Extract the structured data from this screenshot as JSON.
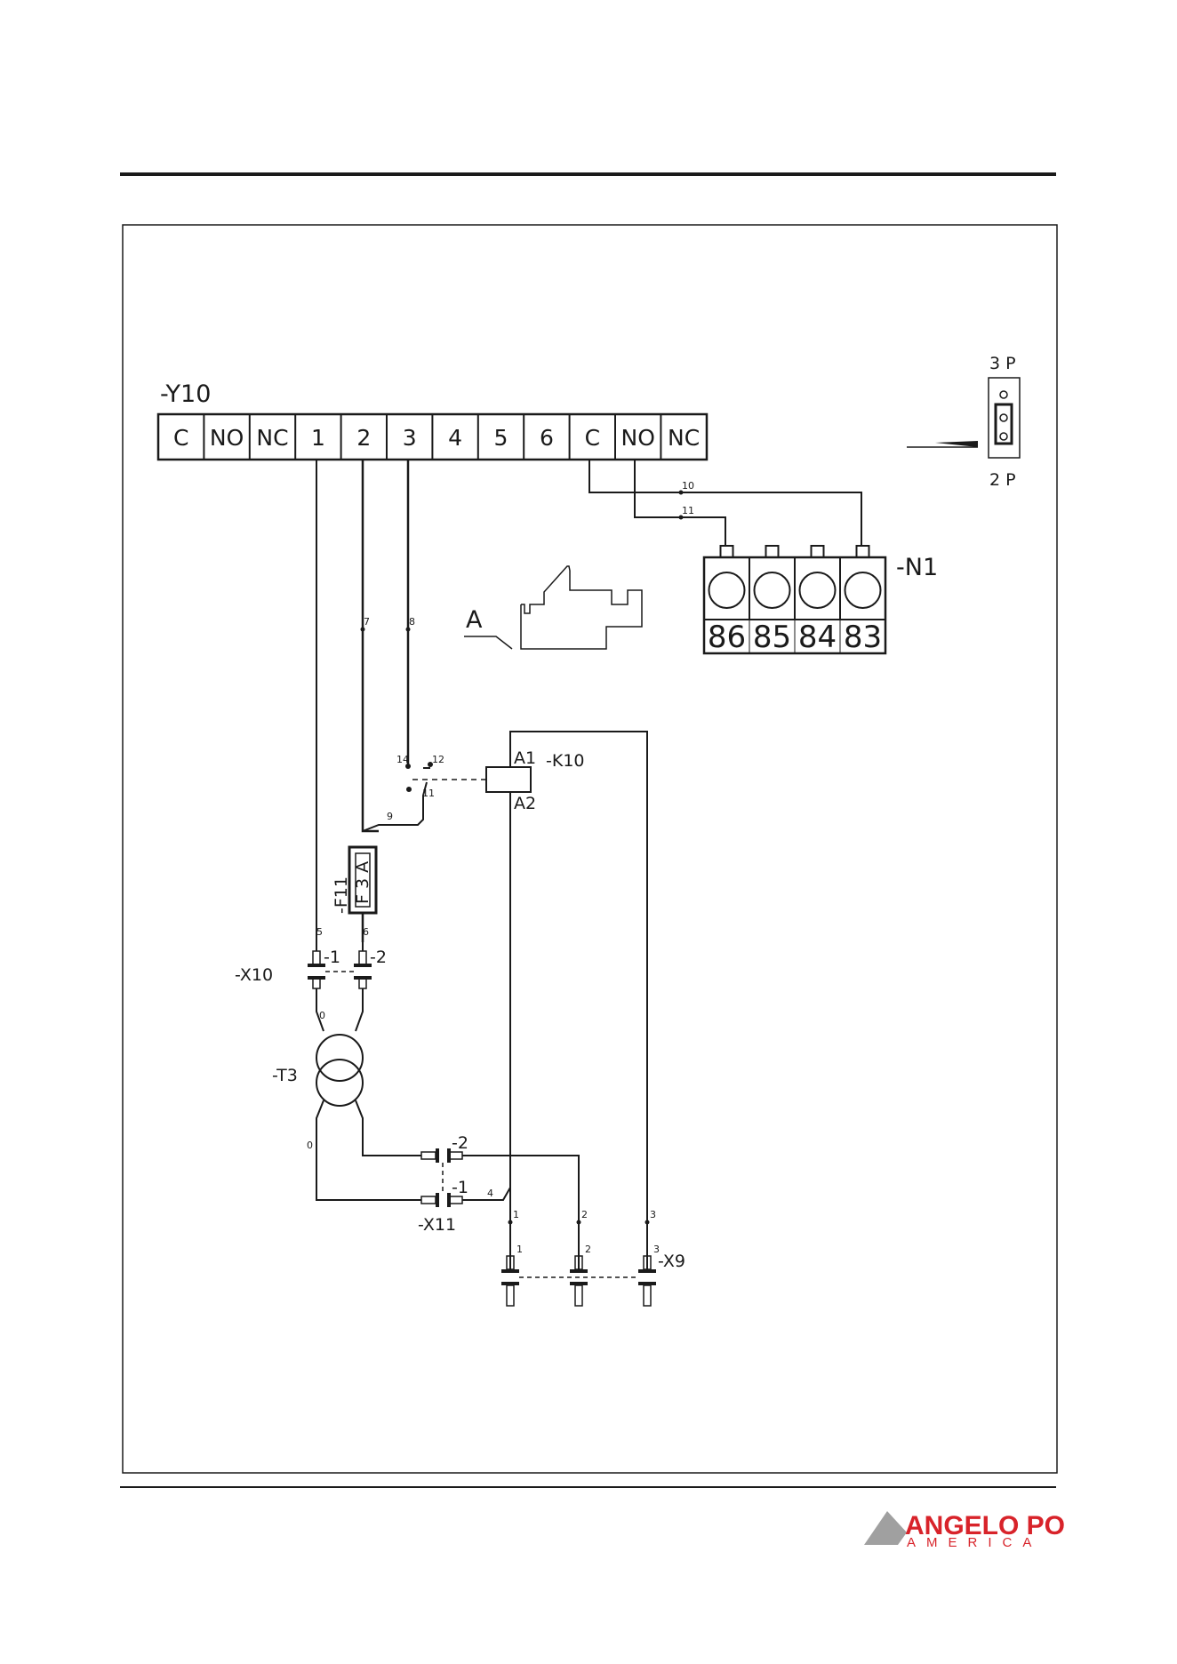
{
  "terminal_block": {
    "ref": "-Y10",
    "cells": [
      "C",
      "NO",
      "NC",
      "1",
      "2",
      "3",
      "4",
      "5",
      "6",
      "C",
      "NO",
      "NC"
    ]
  },
  "selector": {
    "top_label": "3 P",
    "bottom_label": "2 P"
  },
  "connector_n1": {
    "ref": "-N1",
    "pins": [
      "86",
      "85",
      "84",
      "83"
    ]
  },
  "view_a": {
    "label": "A"
  },
  "relay": {
    "ref": "-K10",
    "pin_a1": "A1",
    "pin_a2": "A2"
  },
  "fuse": {
    "ref": "-F11",
    "rating": "F 3 A"
  },
  "transformer": {
    "ref": "-T3"
  },
  "connectors": {
    "x10": {
      "ref": "-X10",
      "pin1": "-1",
      "pin2": "-2"
    },
    "x11": {
      "ref": "-X11",
      "pin1": "-1",
      "pin2": "-2"
    },
    "x9": {
      "ref": "-X9",
      "pins": [
        "1",
        "2",
        "3"
      ]
    }
  },
  "switch_contacts": {
    "c14": "14",
    "c12": "12",
    "c11": "11"
  },
  "wire_numbers": {
    "w0a": "0",
    "w0b": "0",
    "w1": "1",
    "w2": "2",
    "w3": "3",
    "w4": "4",
    "w5": "5",
    "w6": "6",
    "w7": "7",
    "w8": "8",
    "w9": "9",
    "w10": "10",
    "w11": "11"
  },
  "logo": {
    "brand": "ANGELO PO",
    "subtitle": "AMERICA",
    "brand_color": "#d8232a",
    "mark_color": "#a0a0a0"
  }
}
